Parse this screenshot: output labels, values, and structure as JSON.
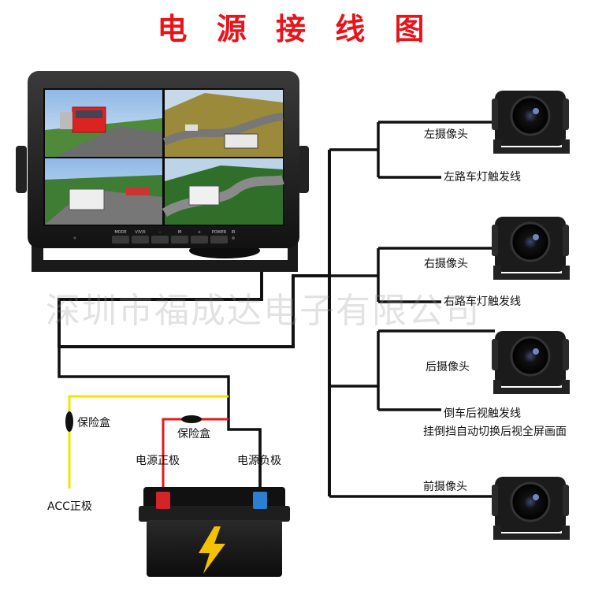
{
  "title": "电 源 接 线 图",
  "watermark": "深圳市福成达电子有限公司",
  "monitor": {
    "buttons": [
      "MODE",
      "V/V/II",
      "-",
      "M",
      "+",
      "POWER"
    ],
    "ir_label": "IR"
  },
  "cameras": [
    {
      "name": "左摄像头",
      "trigger": "左路车灯触发线",
      "extra": ""
    },
    {
      "name": "右摄像头",
      "trigger": "右路车灯触发线",
      "extra": ""
    },
    {
      "name": "后摄像头",
      "trigger": "倒车后视触发线",
      "extra": "挂倒挡自动切换后视全屏画面"
    },
    {
      "name": "前摄像头",
      "trigger": "",
      "extra": ""
    }
  ],
  "power": {
    "fuse_left": "保险盒",
    "fuse_right": "保险盒",
    "positive": "电源正极",
    "negative": "电源负极",
    "acc": "ACC正极"
  },
  "colors": {
    "title": "#e8141a",
    "wire_black": "#111111",
    "wire_yellow": "#f2e400",
    "wire_red": "#e21b1b",
    "battery_body": "#1c1c1c",
    "battery_bolt": "#f2c200"
  }
}
